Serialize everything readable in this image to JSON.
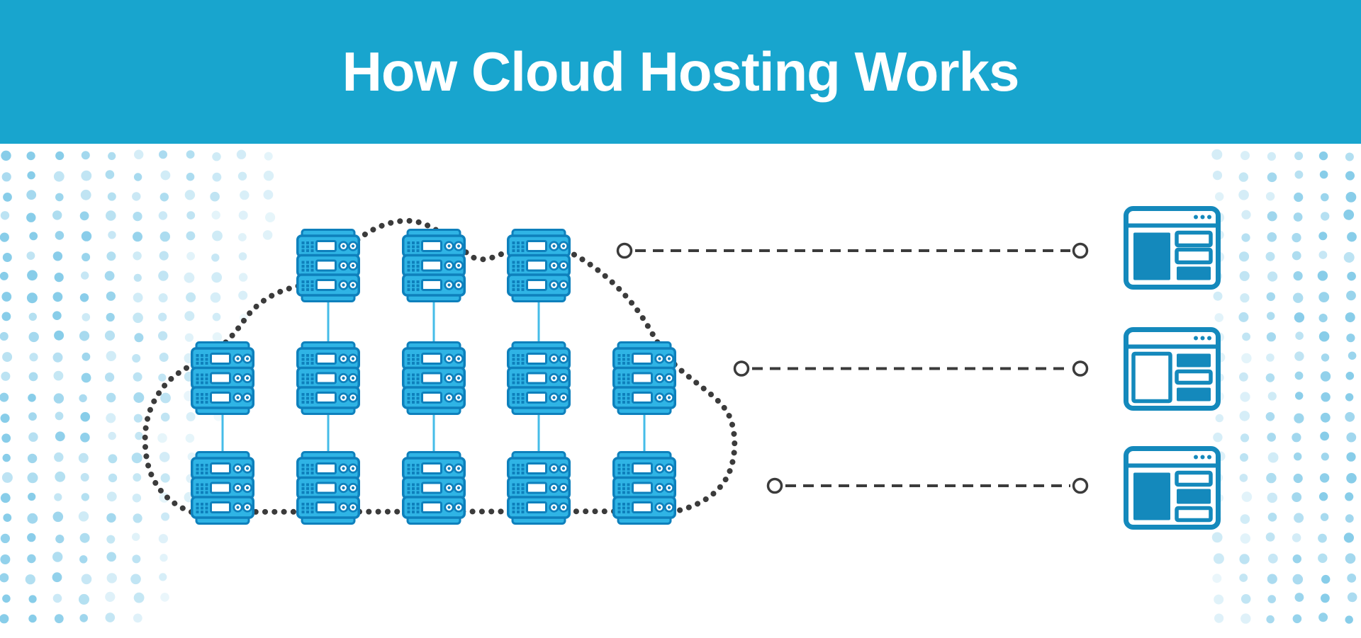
{
  "header": {
    "title": "How Cloud Hosting Works"
  },
  "colors": {
    "header_bg": "#18A5CE",
    "header_text": "#FFFFFF",
    "server_fill": "#2FB4E5",
    "server_stroke": "#0E80BC",
    "server_screen": "#FFFFFF",
    "connector": "#45BCE8",
    "cloud_dots": "#3B3B3B",
    "link_dash": "#3B3B3B",
    "browser": "#1489BC",
    "halftone": "#3FAEDC",
    "canvas_bg": "#FFFFFF"
  },
  "icons": {
    "server": "server-stack-icon",
    "browser": "browser-window-icon",
    "cloud": "cloud-outline-dotted",
    "halftone": "halftone-dot-pattern"
  },
  "diagram": {
    "server_rows": [
      3,
      5,
      5
    ],
    "server_total": 13,
    "link_count": 3,
    "browser_count": 3
  }
}
